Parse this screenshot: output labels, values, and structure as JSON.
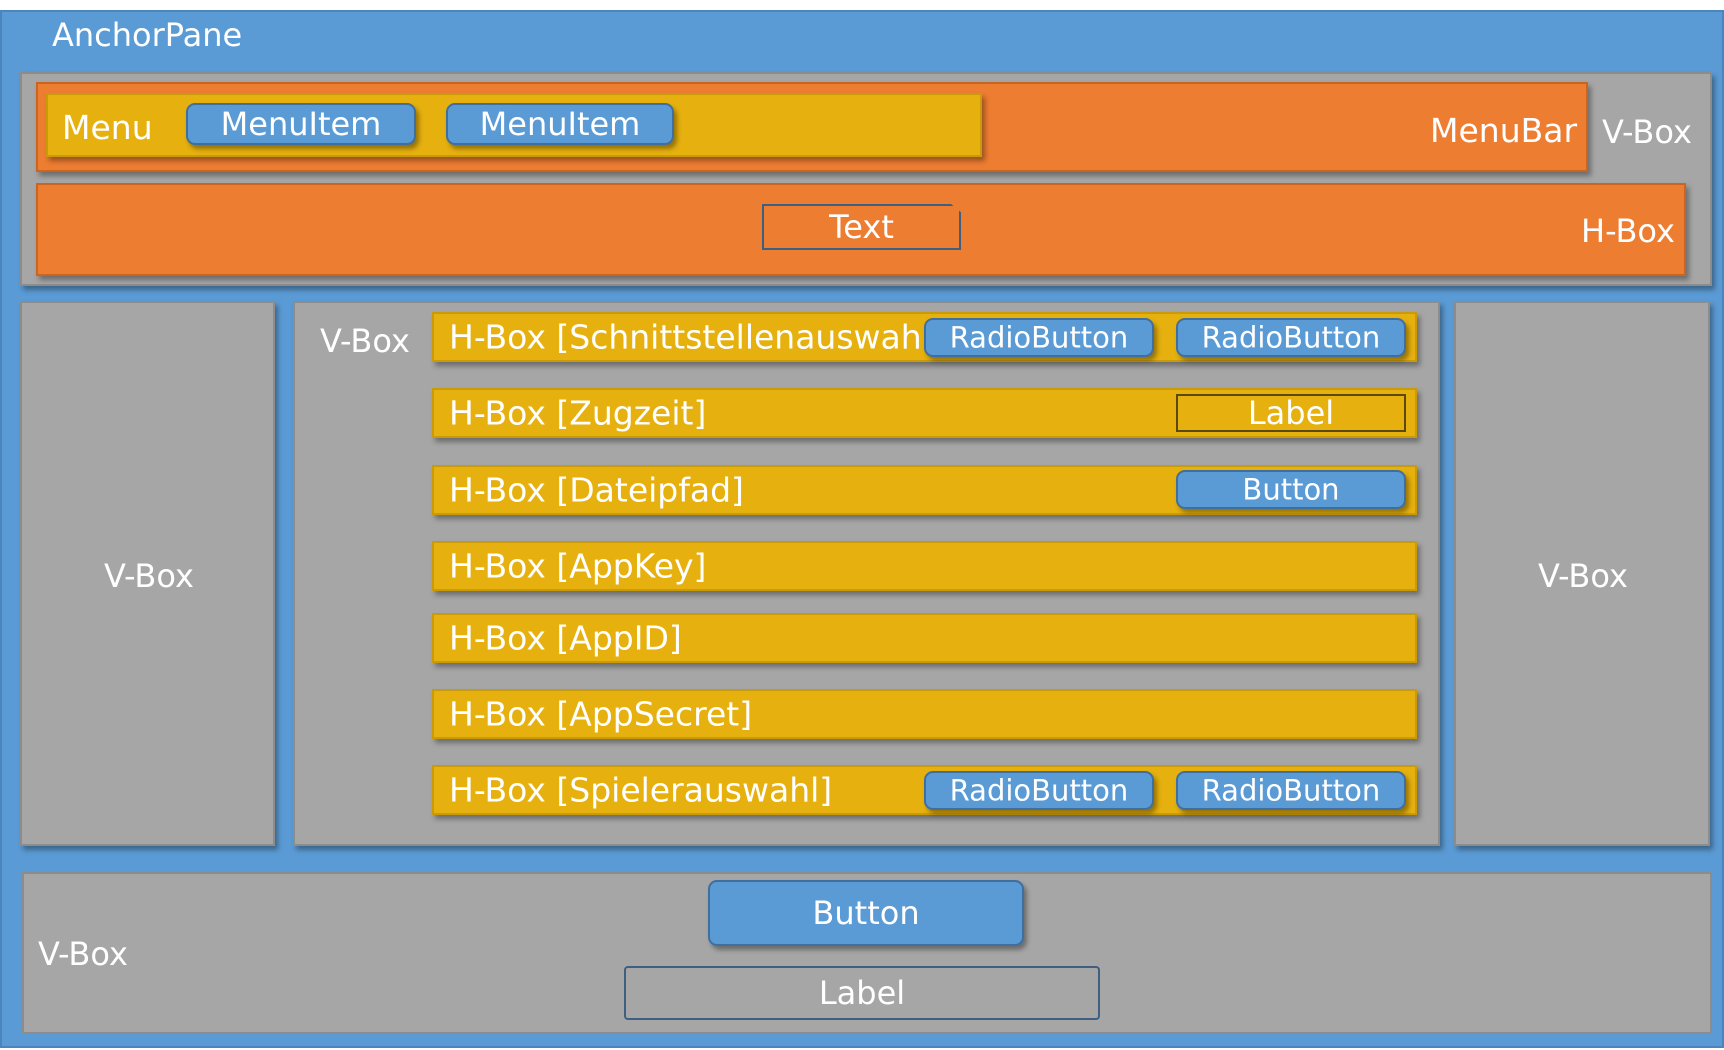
{
  "anchor_pane": {
    "label": "AnchorPane"
  },
  "top_vbox": {
    "label": "V-Box",
    "menubar": {
      "label": "MenuBar",
      "menu": {
        "label": "Menu",
        "items": [
          "MenuItem",
          "MenuItem"
        ]
      }
    },
    "hbox": {
      "label": "H-Box",
      "text": "Text"
    }
  },
  "left_vbox": {
    "label": "V-Box"
  },
  "right_vbox": {
    "label": "V-Box"
  },
  "center_vbox": {
    "label": "V-Box",
    "rows": [
      {
        "label": "H-Box [Schnittstellenauswahl]",
        "radio1": "RadioButton",
        "radio2": "RadioButton"
      },
      {
        "label": "H-Box [Zugzeit]",
        "label_box": "Label"
      },
      {
        "label": "H-Box [Dateipfad]",
        "button": "Button"
      },
      {
        "label": "H-Box [AppKey]"
      },
      {
        "label": "H-Box [AppID]"
      },
      {
        "label": "H-Box [AppSecret]"
      },
      {
        "label": "H-Box [Spielerauswahl]",
        "radio1": "RadioButton",
        "radio2": "RadioButton"
      }
    ]
  },
  "bottom_vbox": {
    "label": "V-Box",
    "button": "Button",
    "label_box": "Label"
  },
  "colors": {
    "anchor_pane": "#5b9bd5",
    "vbox": "#a6a6a6",
    "menubar_hbox": "#ed7d31",
    "menu_rows": "#e6b00e",
    "button": "#5b9bd5"
  }
}
